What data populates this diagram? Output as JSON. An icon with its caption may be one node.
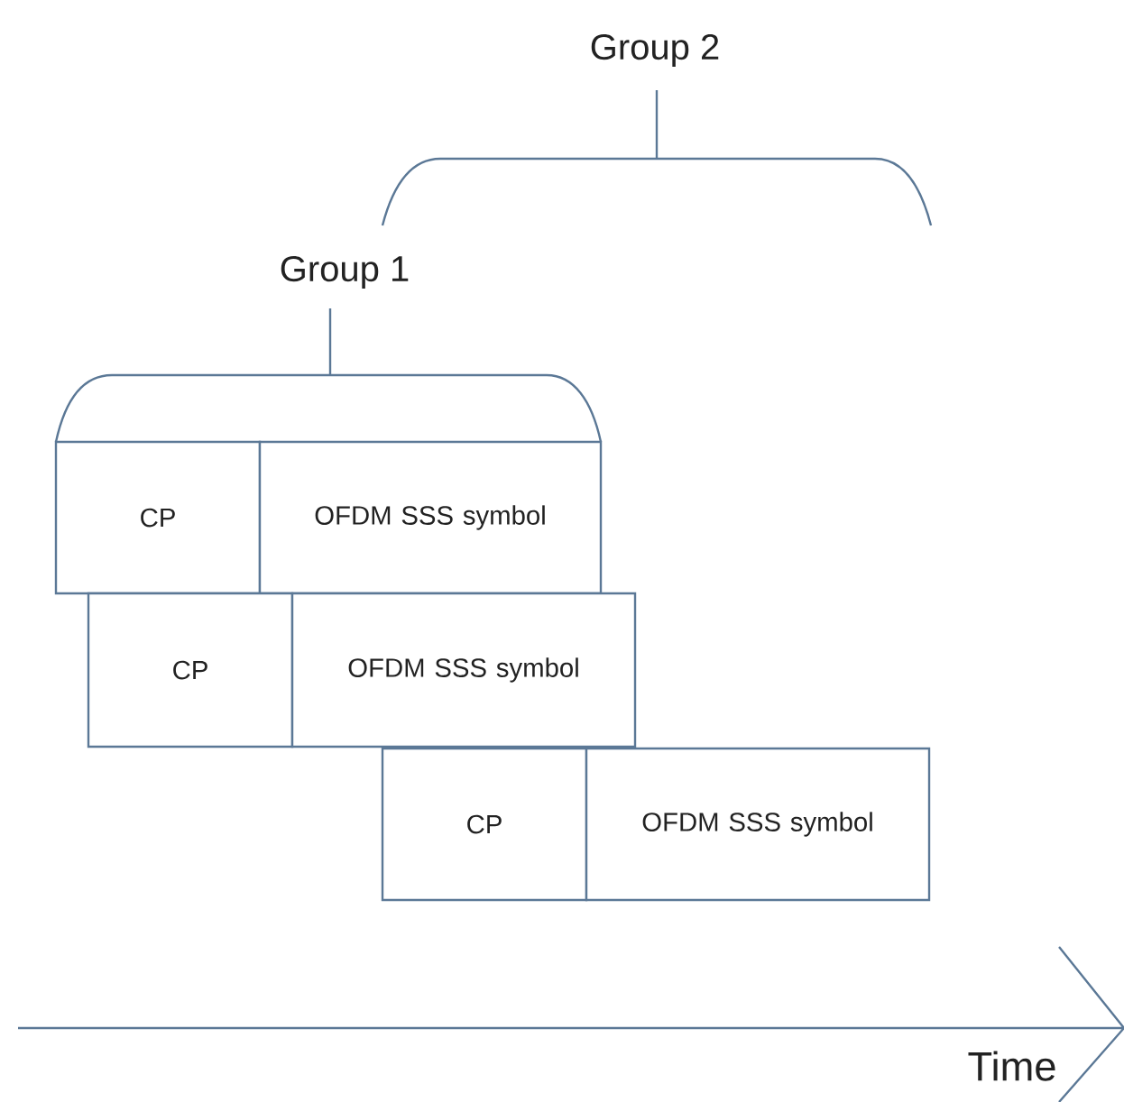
{
  "diagram": {
    "nodes": [
      {
        "text": [
          "CP"
        ]
      },
      {
        "text": [
          "OFDM SSS symbol"
        ]
      },
      {
        "text": [
          "CP"
        ]
      },
      {
        "text": [
          "OFDM SSS symbol"
        ]
      },
      {
        "text": [
          "CP"
        ]
      },
      {
        "text": [
          "OFDM SSS symbol"
        ]
      }
    ],
    "labels": [
      "Group 2",
      "Group 1",
      "Time"
    ]
  }
}
